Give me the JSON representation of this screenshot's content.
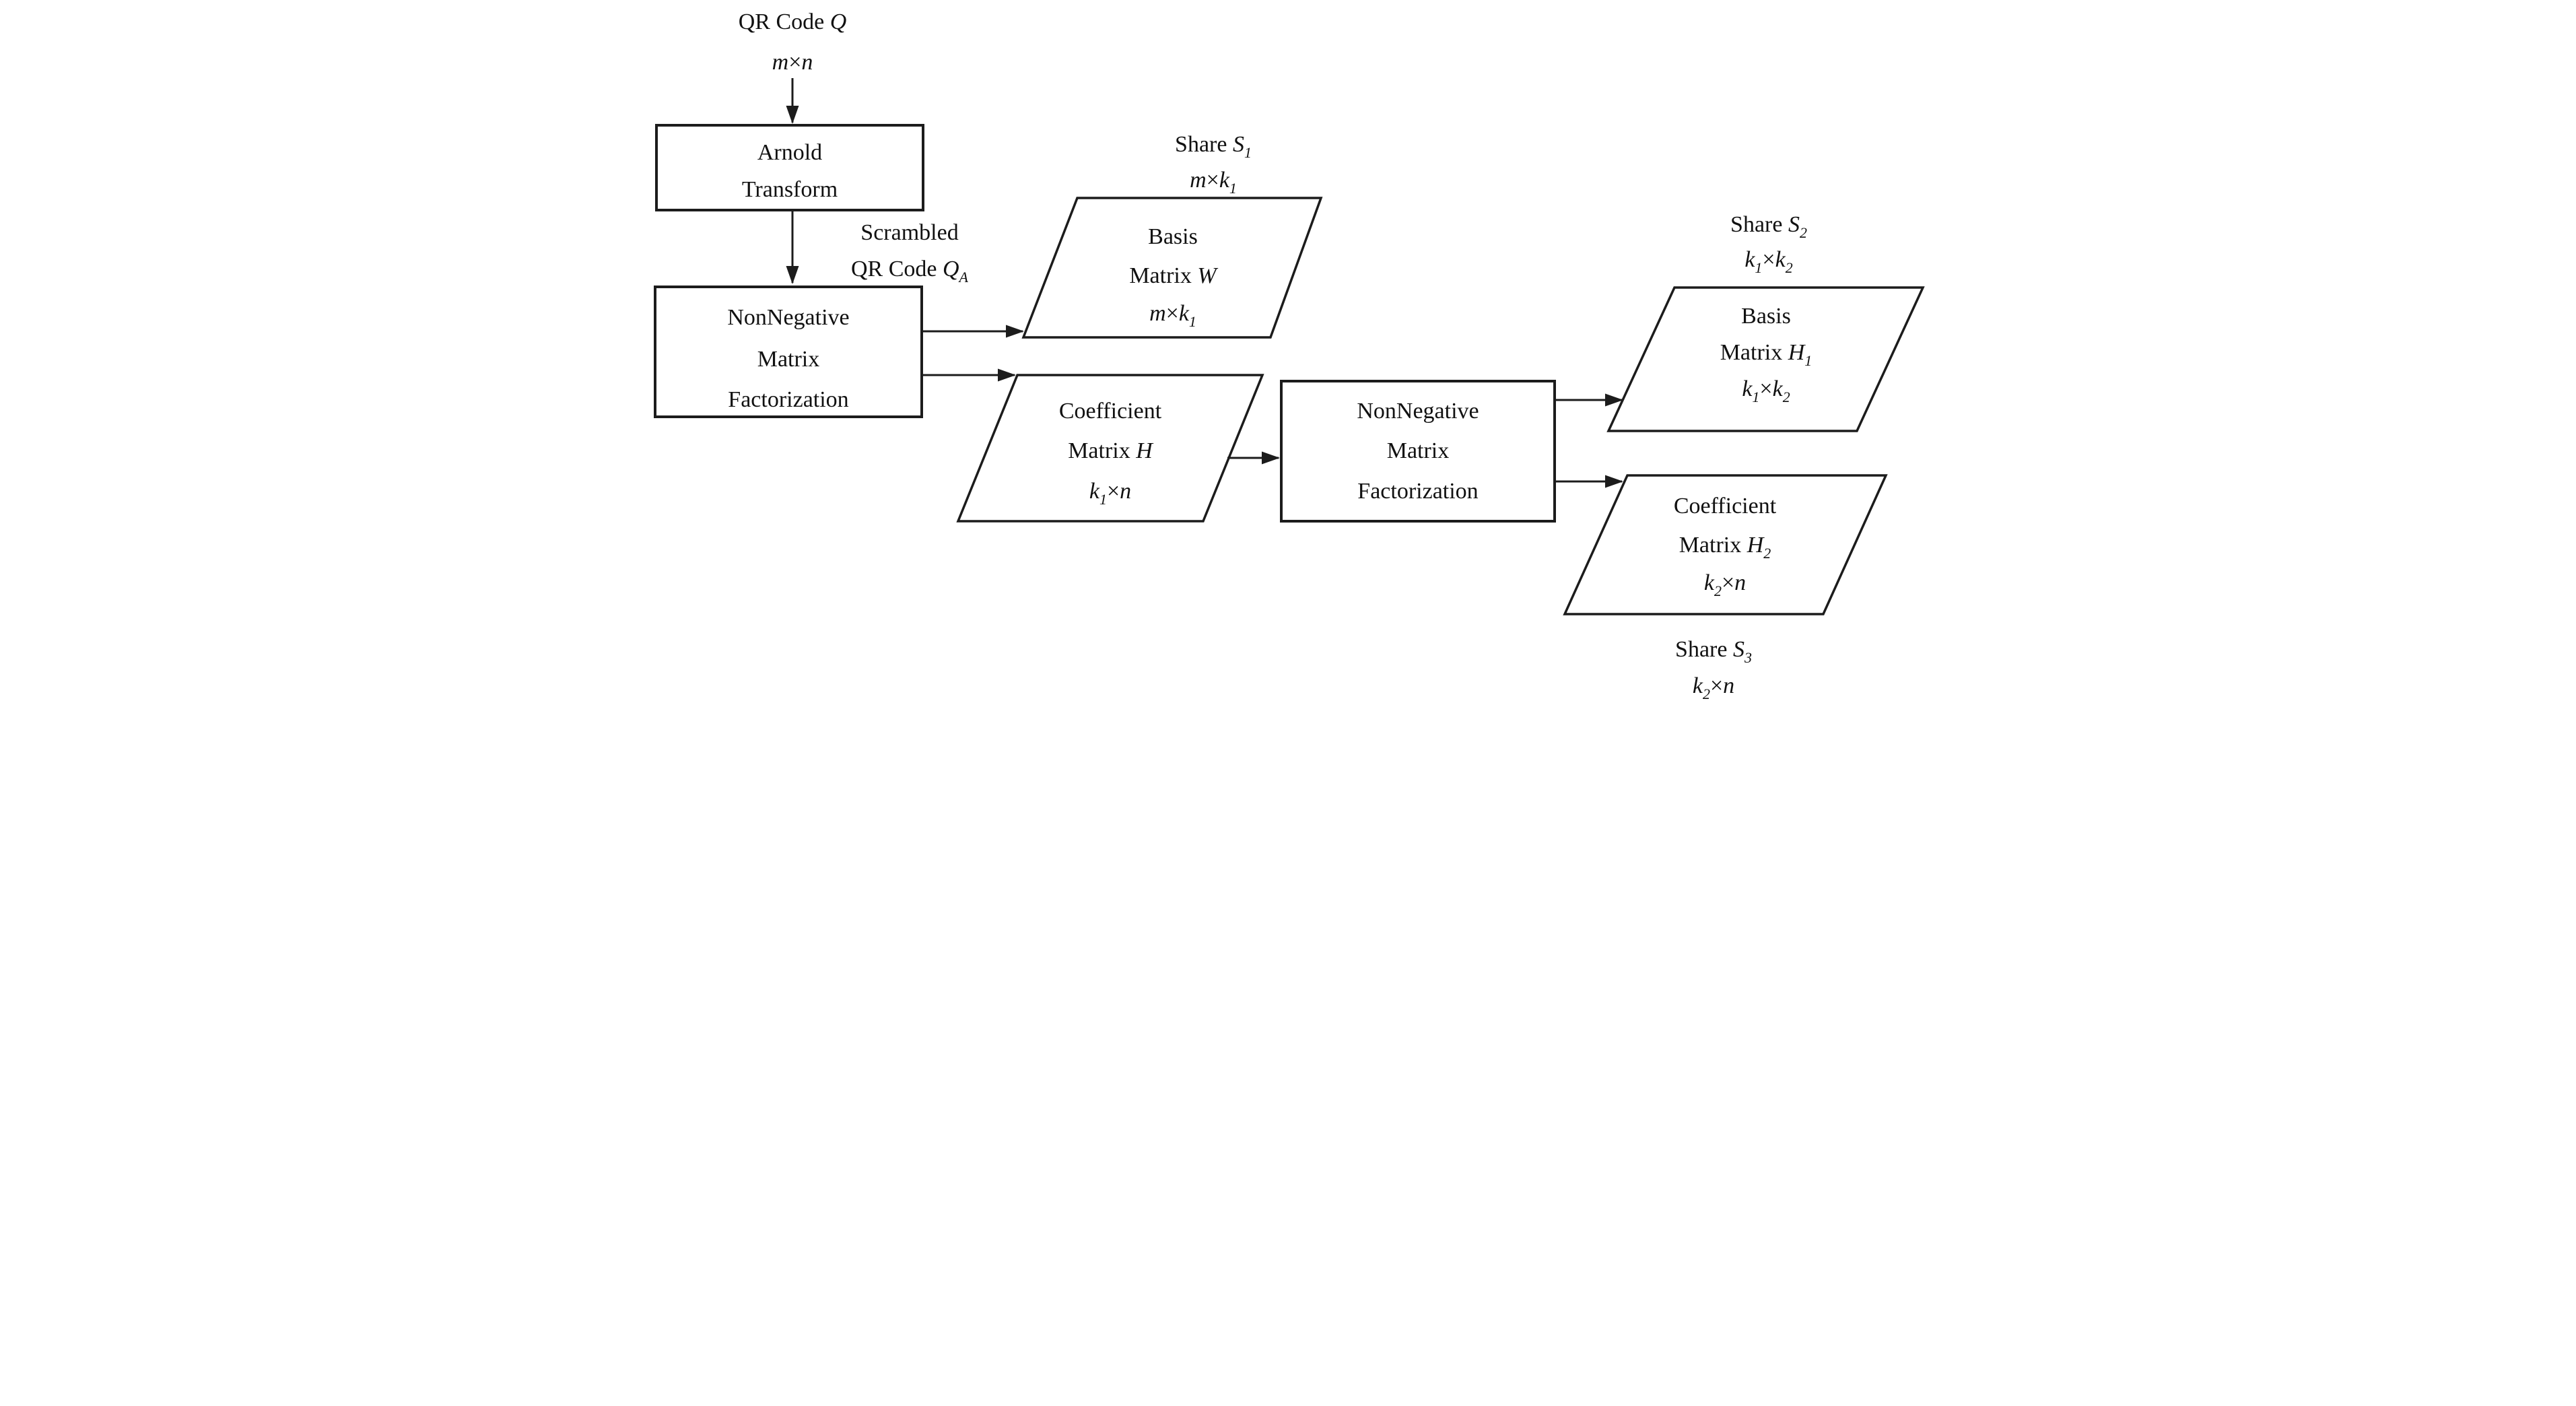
{
  "diagram": {
    "title_semantic": "QR code sharing via Arnold Transform and two-stage NonNegative Matrix Factorization",
    "colors": {
      "background": "#ffffff",
      "ink": "#1c1c1c",
      "text": "#111111"
    },
    "nodes": {
      "input": {
        "role": "input-label",
        "lines": [
          [
            {
              "t": "QR Code "
            },
            {
              "t": "Q",
              "i": 1
            }
          ],
          [
            {
              "t": "m",
              "i": 1
            },
            {
              "t": "×"
            },
            {
              "t": "n",
              "i": 1
            }
          ]
        ]
      },
      "arnold": {
        "role": "process-box",
        "lines": [
          [
            {
              "t": "Arnold"
            }
          ],
          [
            {
              "t": "Transform"
            }
          ]
        ]
      },
      "scrambled": {
        "role": "edge-label",
        "lines": [
          [
            {
              "t": "Scrambled"
            }
          ],
          [
            {
              "t": "QR Code "
            },
            {
              "t": "Q",
              "i": 1
            },
            {
              "t": "A",
              "i": 1,
              "sub": 1
            }
          ]
        ]
      },
      "nmf1": {
        "role": "process-box",
        "lines": [
          [
            {
              "t": "NonNegative"
            }
          ],
          [
            {
              "t": "Matrix"
            }
          ],
          [
            {
              "t": "Factorization"
            }
          ]
        ]
      },
      "share1": {
        "role": "output-caption",
        "lines": [
          [
            {
              "t": "Share "
            },
            {
              "t": "S",
              "i": 1
            },
            {
              "t": "1",
              "i": 1,
              "sub": 1
            }
          ],
          [
            {
              "t": "m",
              "i": 1
            },
            {
              "t": "×"
            },
            {
              "t": "k",
              "i": 1
            },
            {
              "t": "1",
              "i": 1,
              "sub": 1
            }
          ]
        ]
      },
      "basis_w": {
        "role": "data-parallelogram",
        "lines": [
          [
            {
              "t": "Basis"
            }
          ],
          [
            {
              "t": "Matrix "
            },
            {
              "t": "W",
              "i": 1
            }
          ],
          [
            {
              "t": "m",
              "i": 1
            },
            {
              "t": "×"
            },
            {
              "t": "k",
              "i": 1
            },
            {
              "t": "1",
              "i": 1,
              "sub": 1
            }
          ]
        ]
      },
      "coeff_h": {
        "role": "data-parallelogram",
        "lines": [
          [
            {
              "t": "Coefficient"
            }
          ],
          [
            {
              "t": "Matrix "
            },
            {
              "t": "H",
              "i": 1
            }
          ],
          [
            {
              "t": "k",
              "i": 1
            },
            {
              "t": "1",
              "i": 1,
              "sub": 1
            },
            {
              "t": "×"
            },
            {
              "t": "n",
              "i": 1
            }
          ]
        ]
      },
      "nmf2": {
        "role": "process-box",
        "lines": [
          [
            {
              "t": "NonNegative"
            }
          ],
          [
            {
              "t": "Matrix"
            }
          ],
          [
            {
              "t": "Factorization"
            }
          ]
        ]
      },
      "share2": {
        "role": "output-caption",
        "lines": [
          [
            {
              "t": "Share "
            },
            {
              "t": "S",
              "i": 1
            },
            {
              "t": "2",
              "i": 1,
              "sub": 1
            }
          ],
          [
            {
              "t": "k",
              "i": 1
            },
            {
              "t": "1",
              "i": 1,
              "sub": 1
            },
            {
              "t": "×"
            },
            {
              "t": "k",
              "i": 1
            },
            {
              "t": "2",
              "i": 1,
              "sub": 1
            }
          ]
        ]
      },
      "basis_h1": {
        "role": "data-parallelogram",
        "lines": [
          [
            {
              "t": "Basis"
            }
          ],
          [
            {
              "t": "Matrix "
            },
            {
              "t": "H",
              "i": 1
            },
            {
              "t": "1",
              "i": 1,
              "sub": 1
            }
          ],
          [
            {
              "t": "k",
              "i": 1
            },
            {
              "t": "1",
              "i": 1,
              "sub": 1
            },
            {
              "t": "×"
            },
            {
              "t": "k",
              "i": 1
            },
            {
              "t": "2",
              "i": 1,
              "sub": 1
            }
          ]
        ]
      },
      "coeff_h2": {
        "role": "data-parallelogram",
        "lines": [
          [
            {
              "t": "Coefficient"
            }
          ],
          [
            {
              "t": "Matrix "
            },
            {
              "t": "H",
              "i": 1
            },
            {
              "t": "2",
              "i": 1,
              "sub": 1
            }
          ],
          [
            {
              "t": "k",
              "i": 1
            },
            {
              "t": "2",
              "i": 1,
              "sub": 1
            },
            {
              "t": "×"
            },
            {
              "t": "n",
              "i": 1
            }
          ]
        ]
      },
      "share3": {
        "role": "output-caption",
        "lines": [
          [
            {
              "t": "Share "
            },
            {
              "t": "S",
              "i": 1
            },
            {
              "t": "3",
              "i": 1,
              "sub": 1
            }
          ],
          [
            {
              "t": "k",
              "i": 1
            },
            {
              "t": "2",
              "i": 1,
              "sub": 1
            },
            {
              "t": "×"
            },
            {
              "t": "n",
              "i": 1
            }
          ]
        ]
      }
    },
    "edges": [
      "qr-input to arnold-transform",
      "arnold-transform to nmf-1 (scrambled qr code)",
      "nmf-1 to basis-matrix-w",
      "nmf-1 to coefficient-matrix-h",
      "coefficient-matrix-h to nmf-2",
      "nmf-2 to basis-matrix-h1",
      "nmf-2 to coefficient-matrix-h2"
    ]
  }
}
